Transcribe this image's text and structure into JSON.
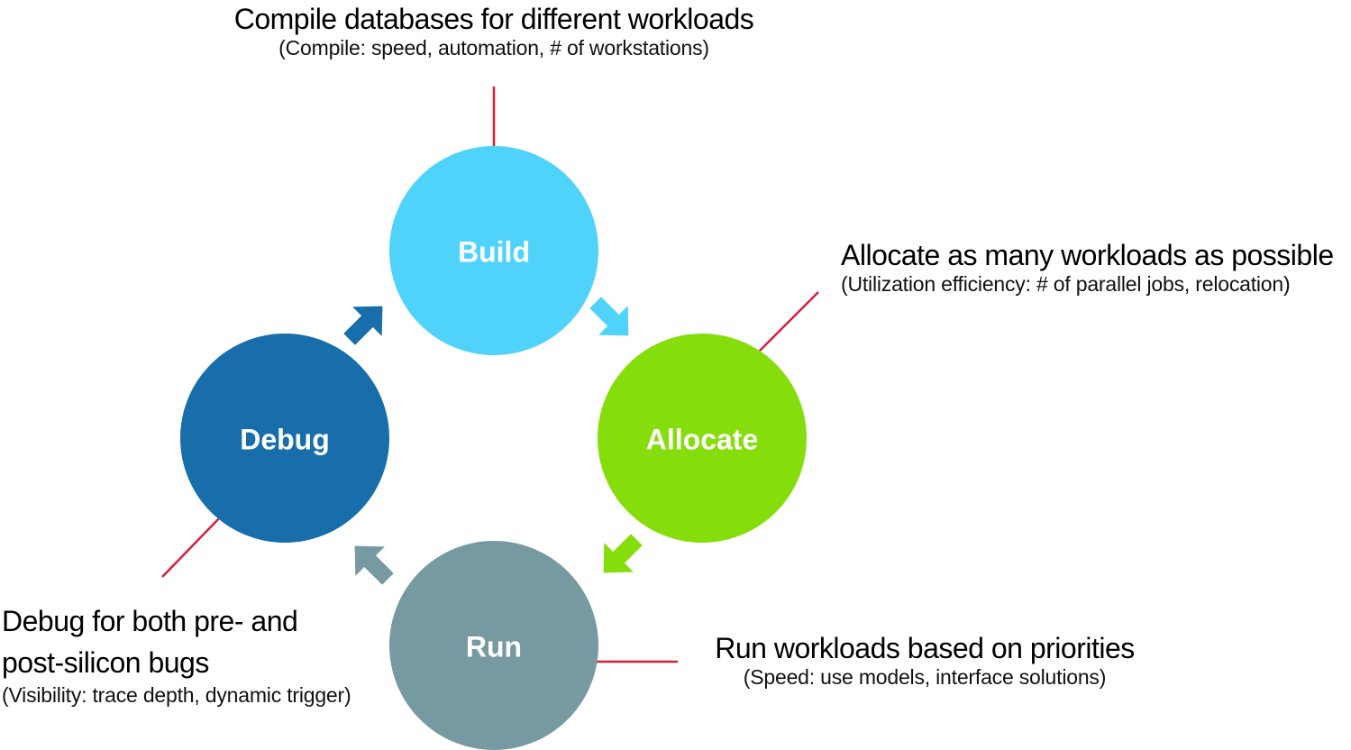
{
  "diagram": {
    "stages": [
      {
        "key": "build",
        "label": "Build",
        "color": "#4fd3fb"
      },
      {
        "key": "allocate",
        "label": "Allocate",
        "color": "#85dd0b"
      },
      {
        "key": "run",
        "label": "Run",
        "color": "#779aa2"
      },
      {
        "key": "debug",
        "label": "Debug",
        "color": "#176eaa"
      }
    ],
    "arrows": [
      {
        "from": "build",
        "to": "allocate",
        "color": "#4fd3fb",
        "direction": "down-right"
      },
      {
        "from": "allocate",
        "to": "run",
        "color": "#85dd0b",
        "direction": "down-left"
      },
      {
        "from": "run",
        "to": "debug",
        "color": "#779aa2",
        "direction": "up-left"
      },
      {
        "from": "debug",
        "to": "build",
        "color": "#176eaa",
        "direction": "up-right"
      }
    ],
    "leader_color": "#d81e3a",
    "callouts": {
      "build": {
        "headline": "Compile databases for different workloads",
        "detail": "(Compile: speed, automation, # of workstations)"
      },
      "allocate": {
        "headline": "Allocate as many workloads as possible",
        "detail": "(Utilization efficiency: # of parallel jobs, relocation)"
      },
      "run": {
        "headline": "Run workloads based on priorities",
        "detail": "(Speed: use models, interface solutions)"
      },
      "debug": {
        "headline_line1": "Debug for both pre- and",
        "headline_line2": "post-silicon bugs",
        "detail": "(Visibility: trace depth, dynamic trigger)"
      }
    }
  }
}
